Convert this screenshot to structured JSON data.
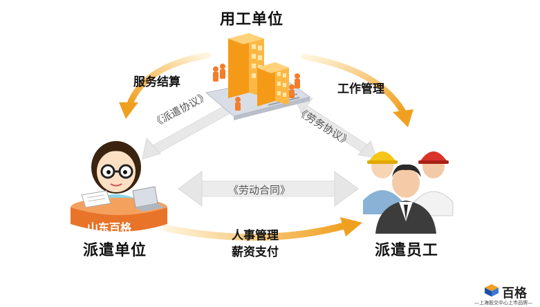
{
  "nodes": {
    "employer": "用工单位",
    "dispatch_unit": "派遣单位",
    "employees": "派遣员工",
    "brand_badge": "山东百格"
  },
  "edges": {
    "service_settlement": "服务结算",
    "work_management": "工作管理",
    "dispatch_agreement": "《派遣协议》",
    "labor_service_agreement": "《劳务协议》",
    "labor_contract": "《劳动合同》",
    "hr_management": "人事管理",
    "salary_payment": "薪资支付"
  },
  "logo": {
    "name": "百格",
    "tagline": "—上海股交中心上市品牌—"
  },
  "colors": {
    "arrow_orange": "#f0a020",
    "arrow_gray": "#e4e4e4",
    "building_orange": "#f7a21c",
    "badge_orange": "#e8742a"
  }
}
